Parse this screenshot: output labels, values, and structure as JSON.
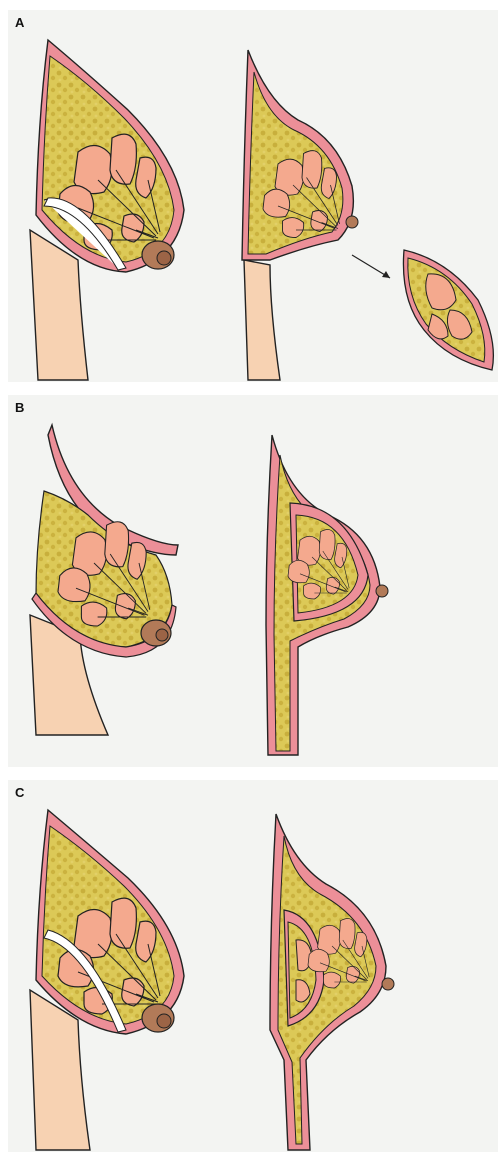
{
  "panels": [
    {
      "label": "A"
    },
    {
      "label": "B"
    },
    {
      "label": "C"
    }
  ],
  "colors": {
    "panel_bg": "#f3f4f2",
    "skin": "#f7d2b2",
    "skin_line": "#e07a86",
    "fat": "#d8c44e",
    "fat_dot": "#c9b13a",
    "gland": "#f4a98e",
    "areola": "#b27a58",
    "outline": "#1a1a1a"
  }
}
